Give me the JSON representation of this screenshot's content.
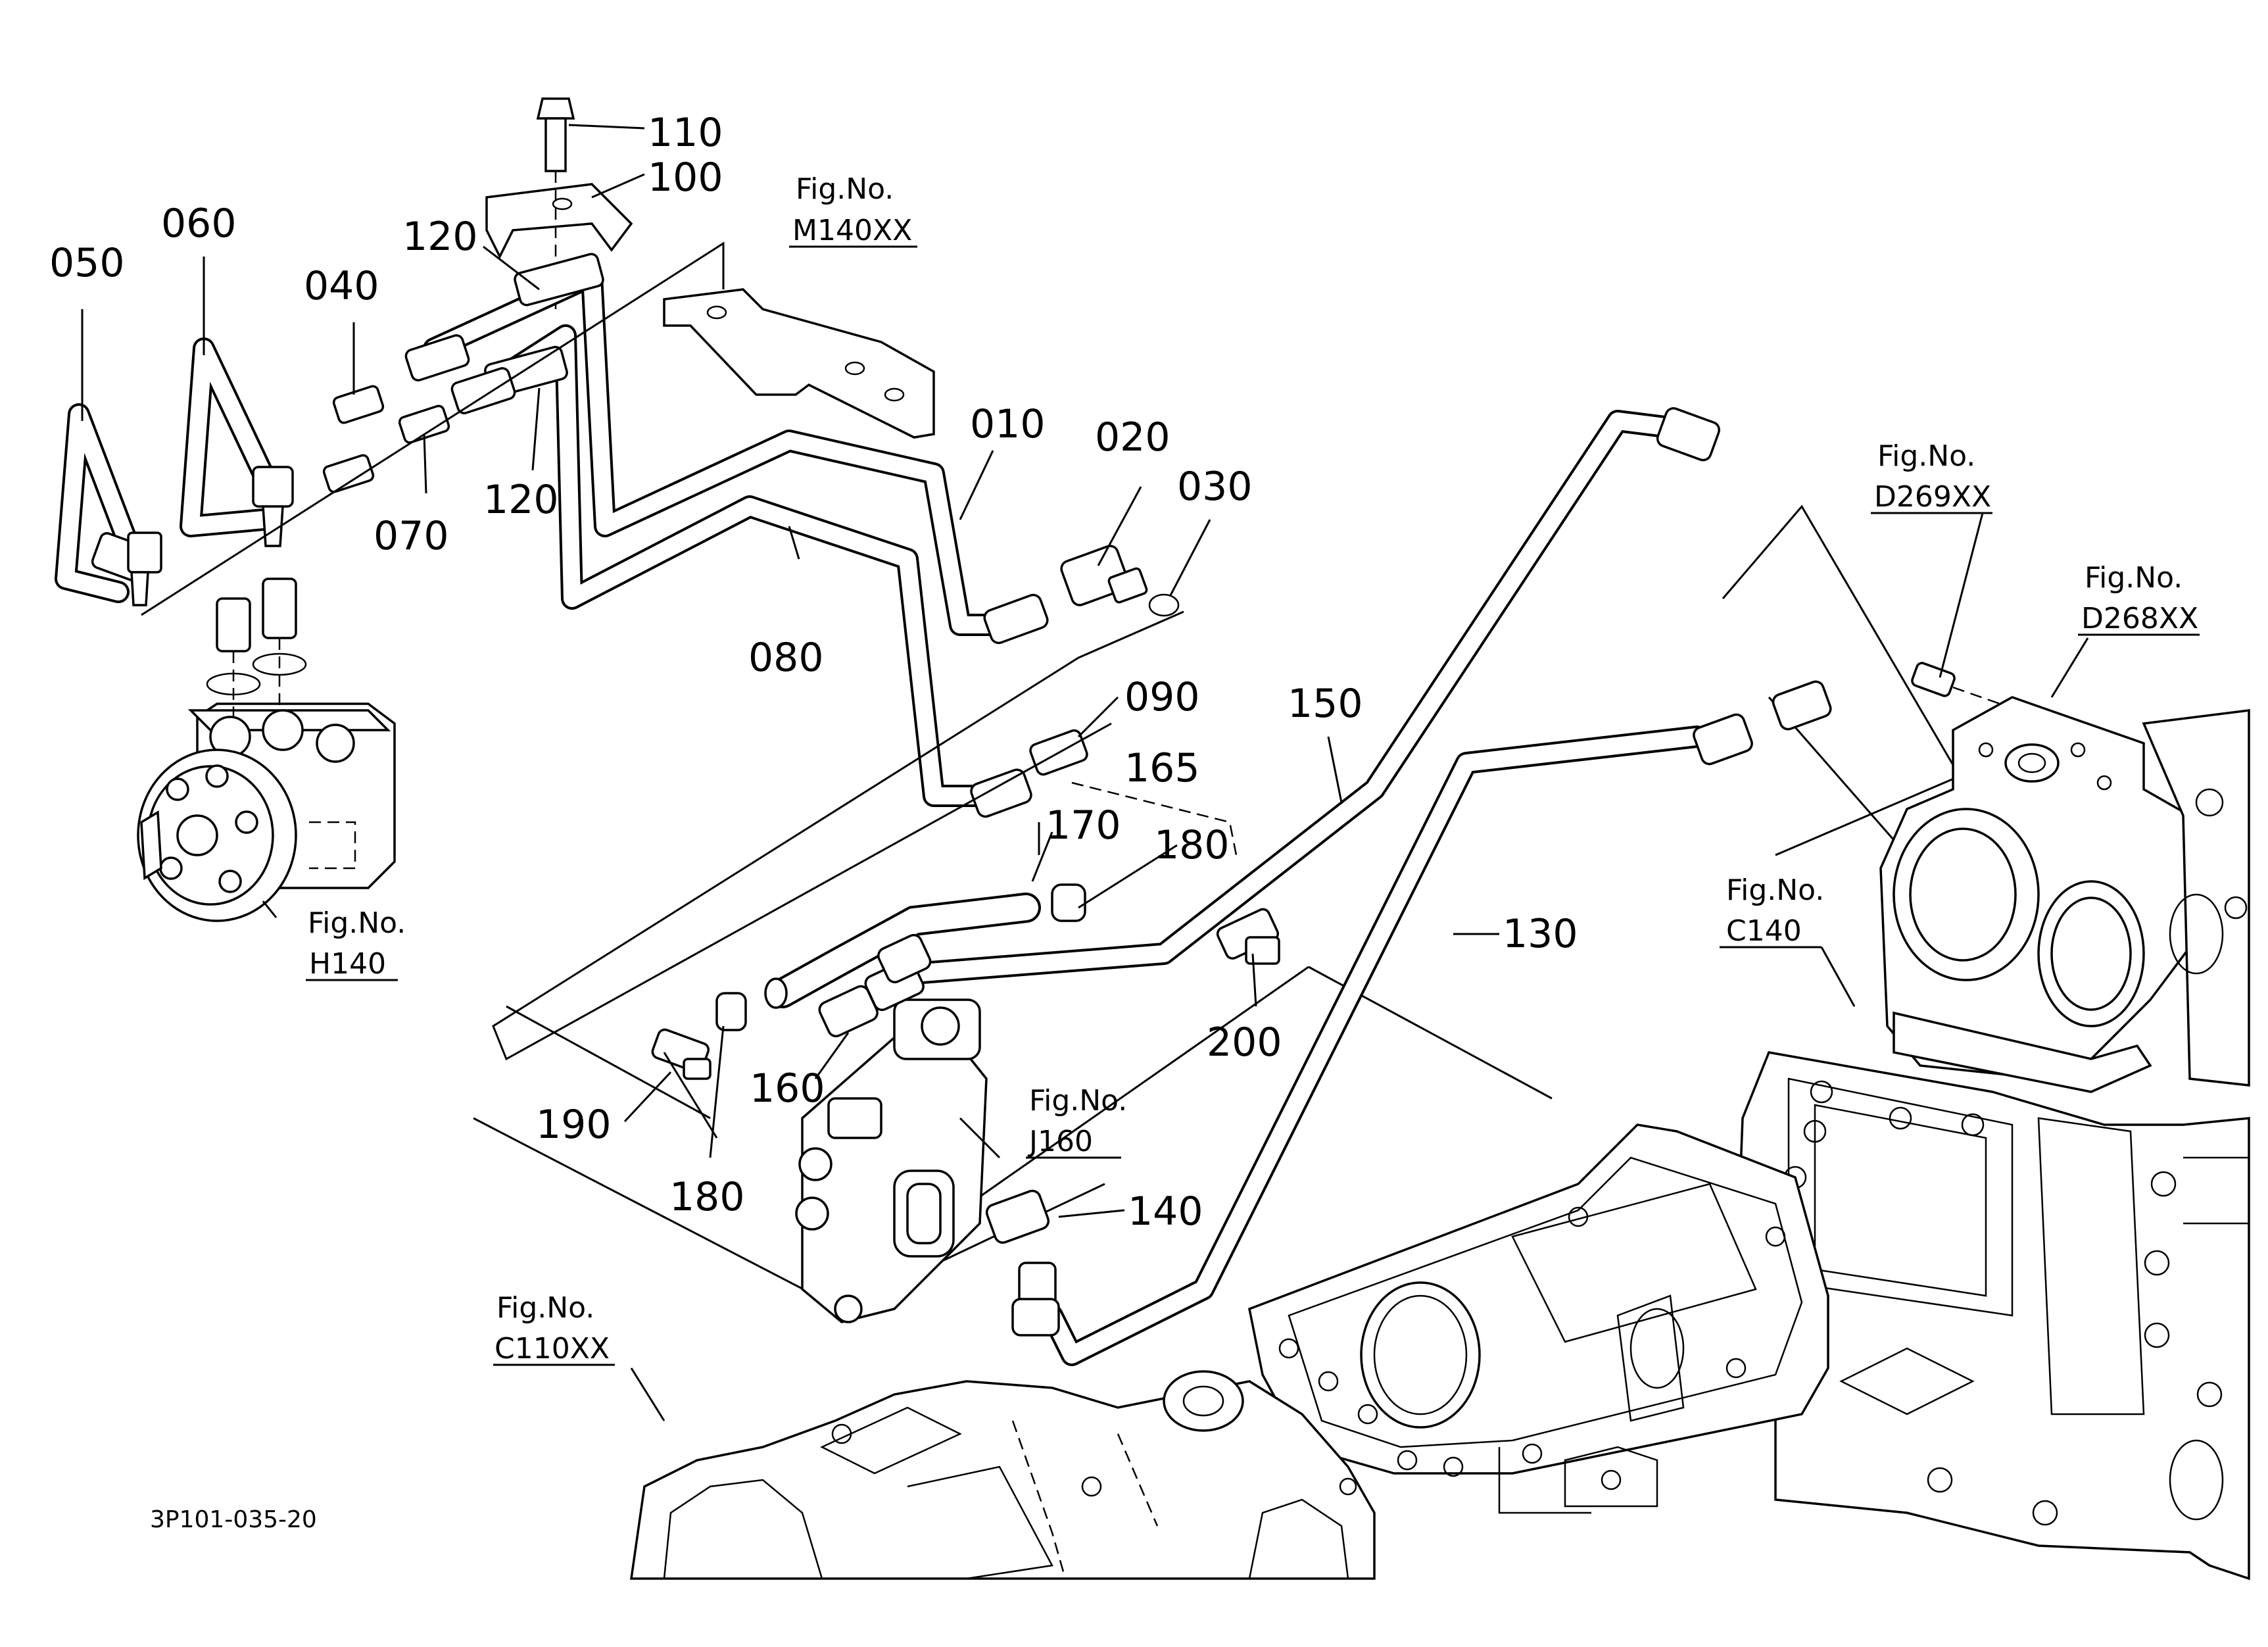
{
  "drawing_code": "3P101-035-20",
  "fig_prefix": "Fig.No.",
  "part_numbers": {
    "p010": "010",
    "p020": "020",
    "p030": "030",
    "p040": "040",
    "p050": "050",
    "p060": "060",
    "p070": "070",
    "p080": "080",
    "p090": "090",
    "p100": "100",
    "p110": "110",
    "p120a": "120",
    "p120b": "120",
    "p130": "130",
    "p140": "140",
    "p150": "150",
    "p160": "160",
    "p165": "165",
    "p170": "170",
    "p180a": "180",
    "p180b": "180",
    "p190": "190",
    "p200": "200"
  },
  "figure_refs": {
    "m140": "M140XX",
    "h140": "H140",
    "d269": "D269XX",
    "d268": "D268XX",
    "c140": "C140",
    "j160": "J160",
    "c110": "C110XX"
  }
}
